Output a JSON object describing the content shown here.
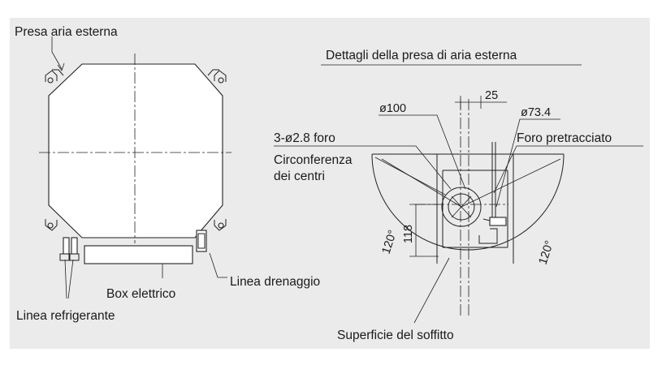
{
  "left_unit": {
    "outdoor_air_intake": "Presa aria esterna",
    "electrical_box": "Box elettrico",
    "drain_line": "Linea drenaggio",
    "refrigerant_line": "Linea refrigerante"
  },
  "detail": {
    "title": "Dettagli della presa di aria esterna",
    "dim_diameter_100": "ø100",
    "dim_25": "25",
    "dim_diameter_73": "ø73.4",
    "holes": "3-ø2.8 foro",
    "knockout_hole": "Foro pretracciato",
    "pitch_circle_line1": "Circonferenza",
    "pitch_circle_line2": "dei centri",
    "dim_118": "118",
    "angle_left": "120°",
    "angle_right": "120°",
    "ceiling_surface": "Superficie del soffitto"
  }
}
